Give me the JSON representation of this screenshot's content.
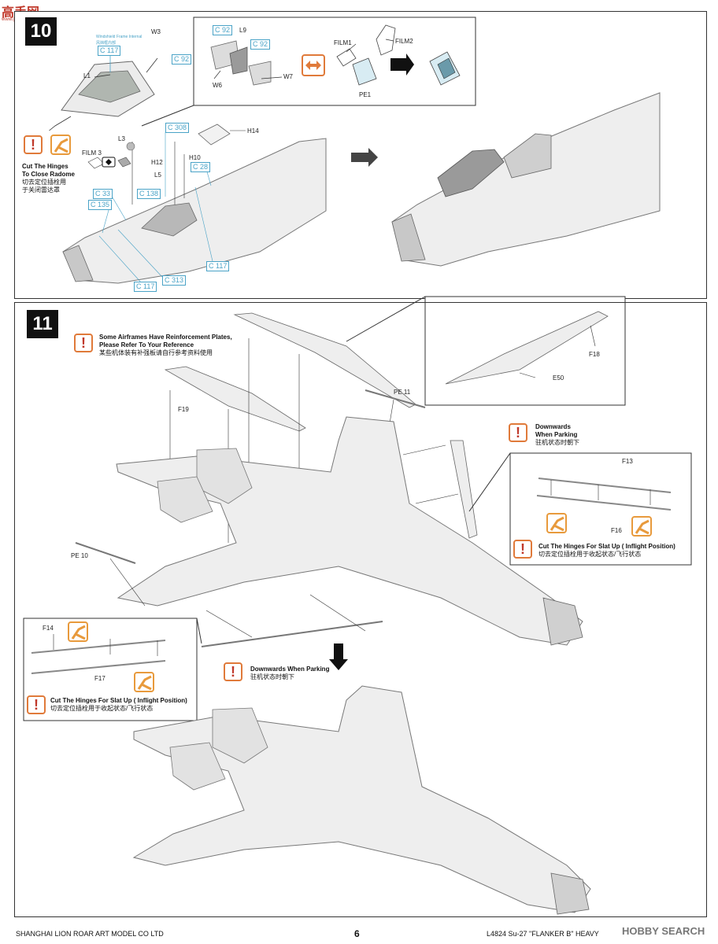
{
  "watermark_top": {
    "cn": "高手网",
    "url": "www.gaoshou.com"
  },
  "step10": {
    "number": "10",
    "labels": {
      "w3": "W3",
      "l1": "L1",
      "c117_a": "C 117",
      "c92_a": "C 92",
      "windshield_note": "Windshield Frame Internal",
      "windshield_note_cn": "风挡框内部",
      "c92_b": "C 92",
      "l9": "L9",
      "c92_c": "C 92",
      "w6": "W6",
      "w7": "W7",
      "film1": "FILM1",
      "film2": "FILM2",
      "pe1": "PE1",
      "l3": "L3",
      "c308": "C 308",
      "h14": "H14",
      "film3": "FILM 3",
      "h12": "H12",
      "h10": "H10",
      "l5": "L5",
      "c28": "C 28",
      "c33": "C 33",
      "c138": "C 138",
      "c135": "C 135",
      "c117_b": "C 117",
      "c313": "C 313",
      "c117_c": "C 117"
    },
    "note": {
      "en1": "Cut The Hinges",
      "en2": "To Close Radome",
      "cn1": "切去定位插栓用",
      "cn2": "于关闭雷达罩"
    }
  },
  "step11": {
    "number": "11",
    "labels": {
      "f18": "F18",
      "e50": "E50",
      "f19": "F19",
      "pe11": "PE 11",
      "f13": "F13",
      "f16": "F16",
      "pe10": "PE 10",
      "f14": "F14",
      "f17": "F17"
    },
    "note_reinforce": {
      "en1": "Some Airframes Have Reinforcement Plates,",
      "en2": "Please Refer To Your Reference",
      "cn": "某些机体装有补强板请自行参考资料使用"
    },
    "note_downwards_1": {
      "en1": "Downwards",
      "en2": "When Parking",
      "cn": "驻机状态时朝下"
    },
    "note_slat_right": {
      "en": "Cut The Hinges For Slat Up ( Inflight Position)",
      "cn": "切去定位插栓用于收起状态/飞行状态"
    },
    "note_downwards_2": {
      "en": "Downwards When Parking",
      "cn": "驻机状态时朝下"
    },
    "note_slat_left": {
      "en": "Cut The Hinges For Slat Up ( Inflight Position)",
      "cn": "切去定位插栓用于收起状态/飞行状态"
    }
  },
  "footer": {
    "company": "SHANGHAI LION ROAR ART MODEL CO LTD",
    "page": "6",
    "product": "L4824  Su-27  \"FLANKER B\" HEAVY",
    "watermark": "HOBBY SEARCH"
  },
  "colors": {
    "accent_orange": "#e07a3a",
    "callout_blue": "#4aa3c7",
    "warn_red": "#c0392b"
  }
}
